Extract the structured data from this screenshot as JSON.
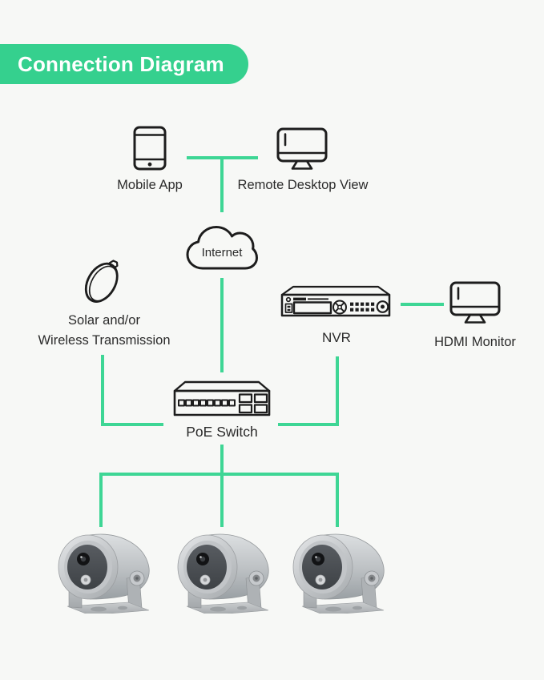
{
  "header": {
    "title": "Connection Diagram"
  },
  "colors": {
    "background": "#f7f8f6",
    "banner": "#35d08e",
    "line": "#3ed695",
    "icon_stroke": "#1d1d1d",
    "label": "#2b2b2b"
  },
  "nodes": {
    "mobile_app": {
      "label": "Mobile App",
      "icon": "tablet-icon"
    },
    "remote_desktop": {
      "label": "Remote Desktop View",
      "icon": "desktop-monitor-icon"
    },
    "internet": {
      "label": "Internet",
      "icon": "cloud-icon"
    },
    "solar": {
      "label_line1": "Solar and/or",
      "label_line2": "Wireless Transmission",
      "icon": "satellite-dish-icon"
    },
    "nvr": {
      "label": "NVR",
      "icon": "nvr-recorder-icon"
    },
    "hdmi_monitor": {
      "label": "HDMI Monitor",
      "icon": "desktop-monitor-icon"
    },
    "poe_switch": {
      "label": "PoE Switch",
      "icon": "network-switch-icon"
    },
    "cameras": {
      "count": 3,
      "icon": "security-camera-image"
    }
  },
  "connections": [
    "mobile_app+remote_desktop - internet",
    "internet - poe_switch",
    "solar - poe_switch",
    "nvr - poe_switch",
    "nvr - hdmi_monitor",
    "poe_switch - camera_1",
    "poe_switch - camera_2",
    "poe_switch - camera_3"
  ]
}
